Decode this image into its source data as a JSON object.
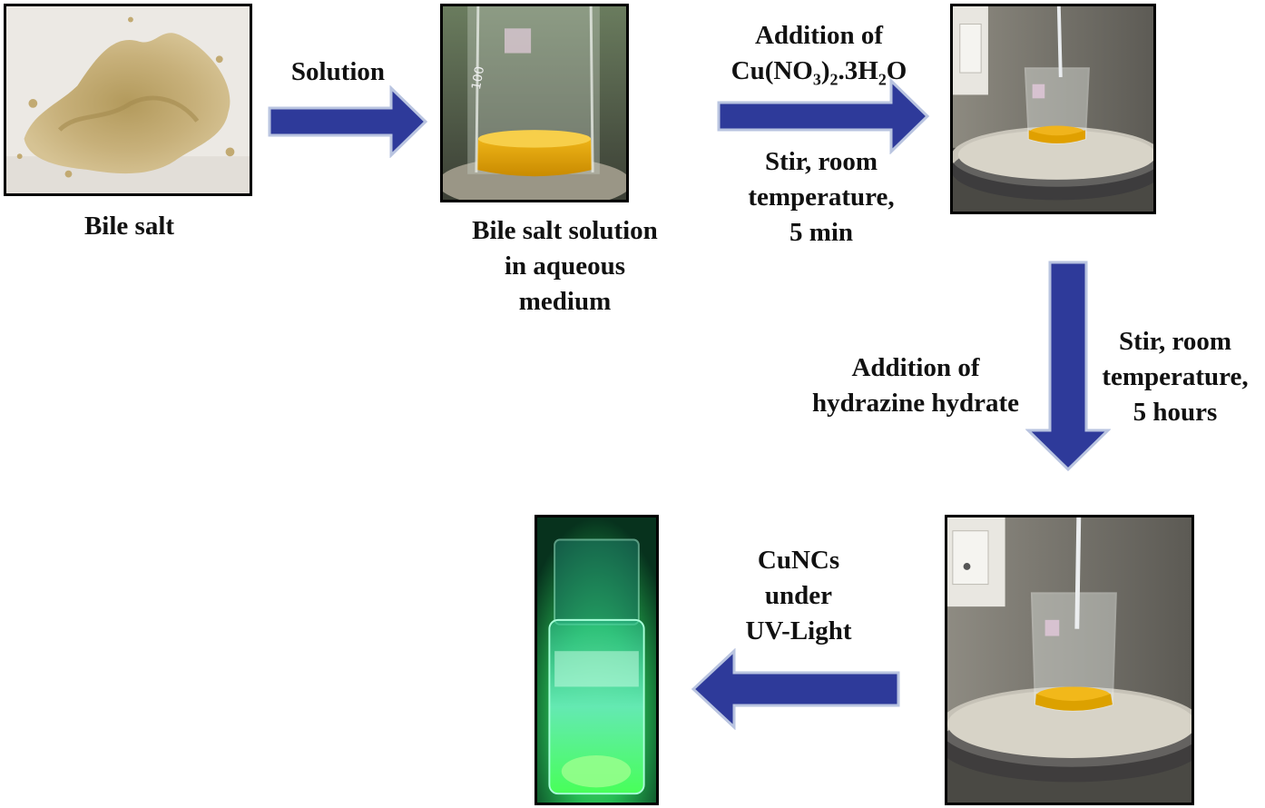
{
  "steps": {
    "bile_salt": {
      "label": "Bile salt"
    },
    "solution_arrow": {
      "label": "Solution"
    },
    "bile_solution": {
      "label_lines": [
        "Bile salt solution",
        "in aqueous",
        "medium"
      ]
    },
    "copper_addition": {
      "label_line1": "Addition of",
      "formula": {
        "a": "Cu(NO",
        "b": "3",
        "c": ")",
        "d": "2",
        "e": ".3H",
        "f": "2",
        "g": "O"
      },
      "conditions": [
        "Stir, room",
        "temperature,",
        "5 min"
      ]
    },
    "hydrazine_addition": {
      "label_lines": [
        "Addition of",
        "hydrazine hydrate"
      ],
      "conditions": [
        "Stir, room",
        "temperature,",
        "5 hours"
      ]
    },
    "uv": {
      "label_lines": [
        "CuNCs",
        "under",
        "UV-Light"
      ]
    }
  },
  "colors": {
    "arrow_fill": "#2e3a9a",
    "arrow_stroke": "#b9c4e0",
    "solution": "#e0a000",
    "glow": "#3cff66"
  }
}
